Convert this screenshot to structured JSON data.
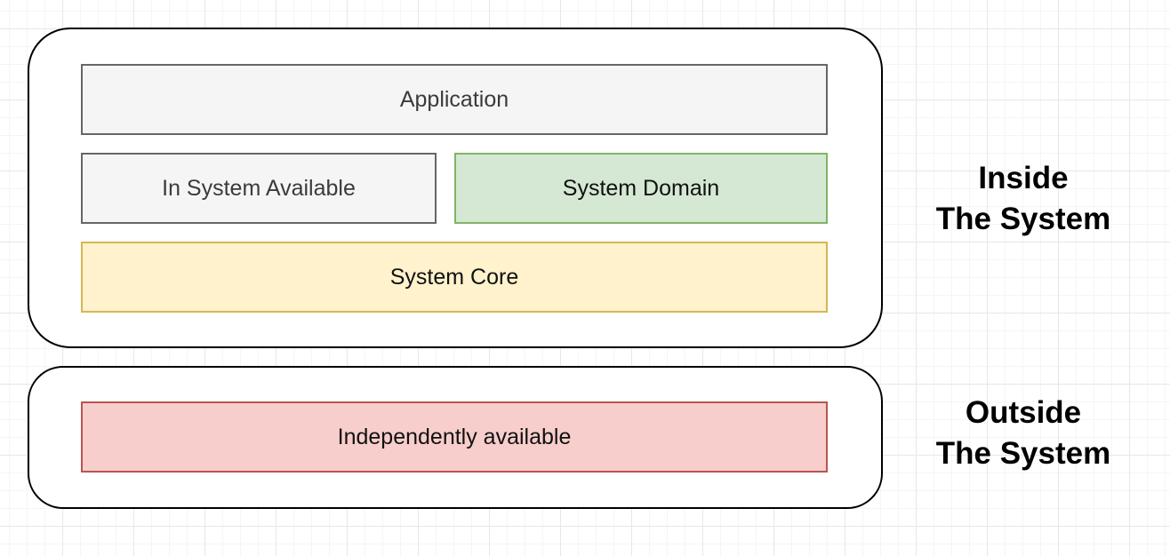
{
  "diagram": {
    "inside_section": {
      "application": {
        "label": "Application",
        "fill": "#f5f5f5",
        "stroke": "#666666",
        "text_color": "#3b3b3b"
      },
      "in_system_available": {
        "label": "In System Available",
        "fill": "#f5f5f5",
        "stroke": "#666666",
        "text_color": "#3b3b3b"
      },
      "system_domain": {
        "label": "System Domain",
        "fill": "#d5e8d4",
        "stroke": "#82b366",
        "text_color": "#111111"
      },
      "system_core": {
        "label": "System Core",
        "fill": "#fff2cc",
        "stroke": "#d6b656",
        "text_color": "#111111"
      }
    },
    "outside_section": {
      "independently_available": {
        "label": "Independently available",
        "fill": "#f8cecc",
        "stroke": "#b85450",
        "text_color": "#111111"
      }
    },
    "side_labels": {
      "inside": {
        "line1": "Inside",
        "line2": "The System"
      },
      "outside": {
        "line1": "Outside",
        "line2": "The System"
      }
    },
    "colors": {
      "container_stroke": "#000000",
      "container_fill": "#ffffff",
      "grid_minor": "#f5f5f5",
      "grid_major": "#e7e7e7"
    }
  }
}
